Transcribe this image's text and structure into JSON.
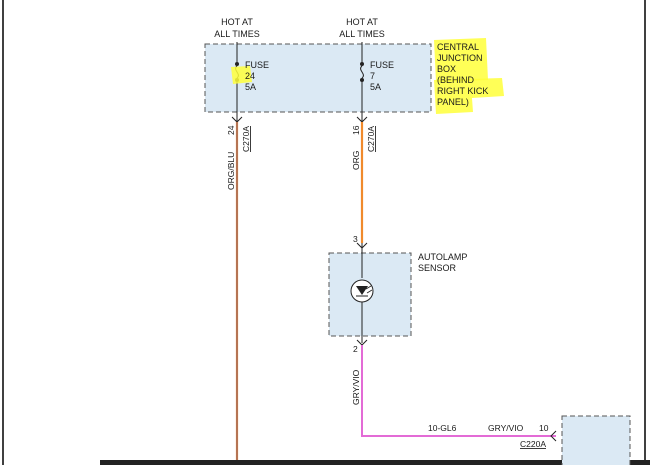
{
  "colors": {
    "box_fill": "#dbe9f4",
    "box_stroke": "#555555",
    "wire_orange": "#f08a2c",
    "wire_pink": "#e36bd6",
    "highlight": "#ffff3a",
    "frame": "#000000"
  },
  "fuse_24": {
    "supply": [
      "HOT AT",
      "ALL TIMES"
    ],
    "label": "FUSE",
    "number": "24",
    "rating": "5A",
    "pin": "24",
    "connector": "C270A",
    "wire_color": "ORG/BLU"
  },
  "fuse_7": {
    "supply": [
      "HOT AT",
      "ALL TIMES"
    ],
    "label": "FUSE",
    "number": "7",
    "rating": "5A",
    "pin": "16",
    "connector": "C270A",
    "wire_color": "ORG"
  },
  "junction_box": {
    "lines": [
      "CENTRAL",
      "JUNCTION",
      "BOX",
      "(BEHIND",
      "RIGHT KICK",
      "PANEL)"
    ]
  },
  "autolamp_sensor": {
    "name_lines": [
      "AUTOLAMP",
      "SENSOR"
    ],
    "pin_in": "3",
    "pin_out": "2",
    "icon": "photodiode-icon"
  },
  "output_wire": {
    "color_vertical": "GRY/VIO",
    "circuit": "10-GL6",
    "color_horizontal": "GRY/VIO",
    "pin": "10",
    "connector": "C220A"
  }
}
